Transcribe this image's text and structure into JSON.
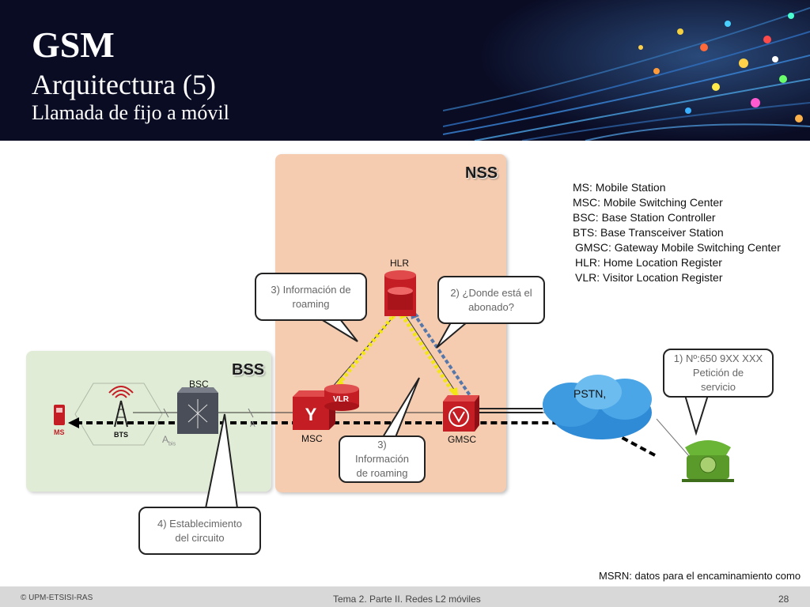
{
  "header": {
    "title": "GSM",
    "subtitle": "Arquitectura (5)",
    "subtitle2": "Llamada de fijo a móvil"
  },
  "zones": {
    "nss": "NSS",
    "bss": "BSS"
  },
  "legend": [
    "MS: Mobile Station",
    "MSC: Mobile Switching Center",
    "BSC: Base Station Controller",
    "BTS: Base Transceiver Station",
    "GMSC: Gateway Mobile Switching Center",
    "HLR: Home Location Register",
    "VLR: Visitor Location Register"
  ],
  "nodes": {
    "hlr": "HLR",
    "vlr": "VLR",
    "msc": "MSC",
    "gmsc": "GMSC",
    "bsc": "BSC",
    "bts": "BTS",
    "ms": "MS",
    "pstn": "PSTN,",
    "a_bis": "A",
    "a_bis_sub": "bis",
    "a": "A"
  },
  "callouts": {
    "c1": [
      "1) Nº:650 9XX XXX",
      "Petición de",
      "servicio"
    ],
    "c2": [
      "2) ¿Donde está el",
      "abonado?"
    ],
    "c3a": [
      "3) Información de",
      "roaming"
    ],
    "c3b": [
      "3)",
      "Información",
      "de roaming"
    ],
    "c4": [
      "4) Establecimiento",
      "del circuito"
    ]
  },
  "note": "MSRN: datos para el encaminamiento como",
  "footer": {
    "left": "© UPM-ETSISI-RAS",
    "center": "Tema 2. Parte II. Redes L2 móviles",
    "page": "28"
  },
  "colors": {
    "nss": "#f5ccb0",
    "bss": "#e0ecd6",
    "equipment": "#c41e24",
    "signal_yellow": "#f2e616",
    "signal_blue": "#5577aa"
  }
}
